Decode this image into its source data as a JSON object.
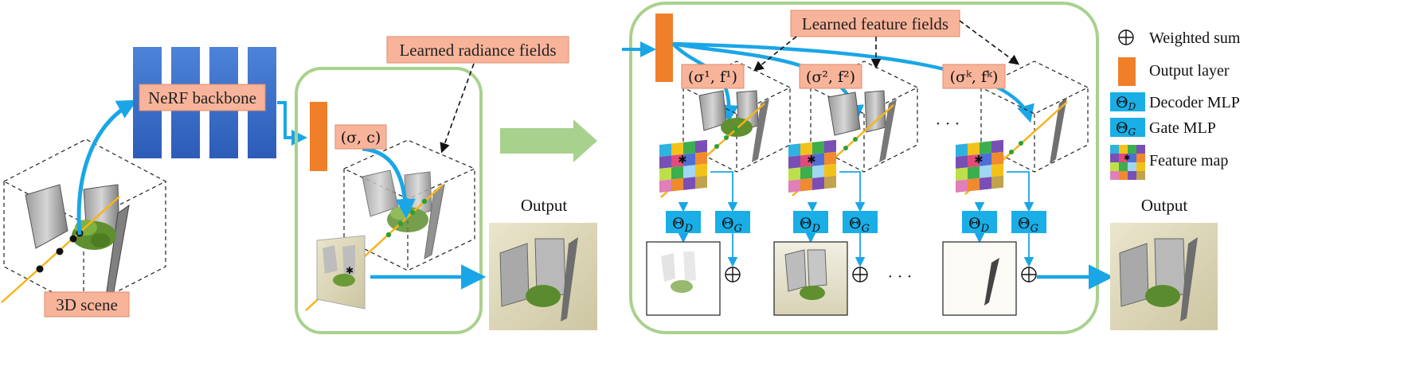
{
  "labels": {
    "scene": "3D scene",
    "backbone": "NeRF backbone",
    "radiance": "Learned radiance fields",
    "feature_fields": "Learned feature fields",
    "output_left": "Output",
    "output_right": "Output",
    "sigma_c": "(σ, c)",
    "sigma_f1": "(σ¹, f¹)",
    "sigma_f2": "(σ², f²)",
    "sigma_fk": "(σᵏ, fᵏ)",
    "ellipsis": "· · ·",
    "theta_d": "ΘD",
    "theta_g": "ΘG",
    "theta_sym": "Θ",
    "sub_d": "D",
    "sub_g": "G",
    "plus": "⊕"
  },
  "legend": [
    {
      "icon": "circle-plus-icon",
      "label": "Weighted sum"
    },
    {
      "icon": "orange-bar-icon",
      "label": "Output layer"
    },
    {
      "icon": "decoder-box-icon",
      "label": "Decoder MLP",
      "symbol": "Θ",
      "sub": "D"
    },
    {
      "icon": "gate-box-icon",
      "label": "Gate MLP",
      "symbol": "Θ",
      "sub": "G"
    },
    {
      "icon": "feature-grid-icon",
      "label": "Feature map"
    }
  ],
  "colors": {
    "label_fill": "#f8b49a",
    "label_stroke": "#e08a68",
    "blue_arrow": "#1aa6e6",
    "mlp_box": "#19aee6",
    "nerf_blue": "#3a6fc9",
    "orange_layer": "#f07f2a",
    "green_frame": "#a9d18e",
    "ray_orange": "#f6b41c"
  }
}
